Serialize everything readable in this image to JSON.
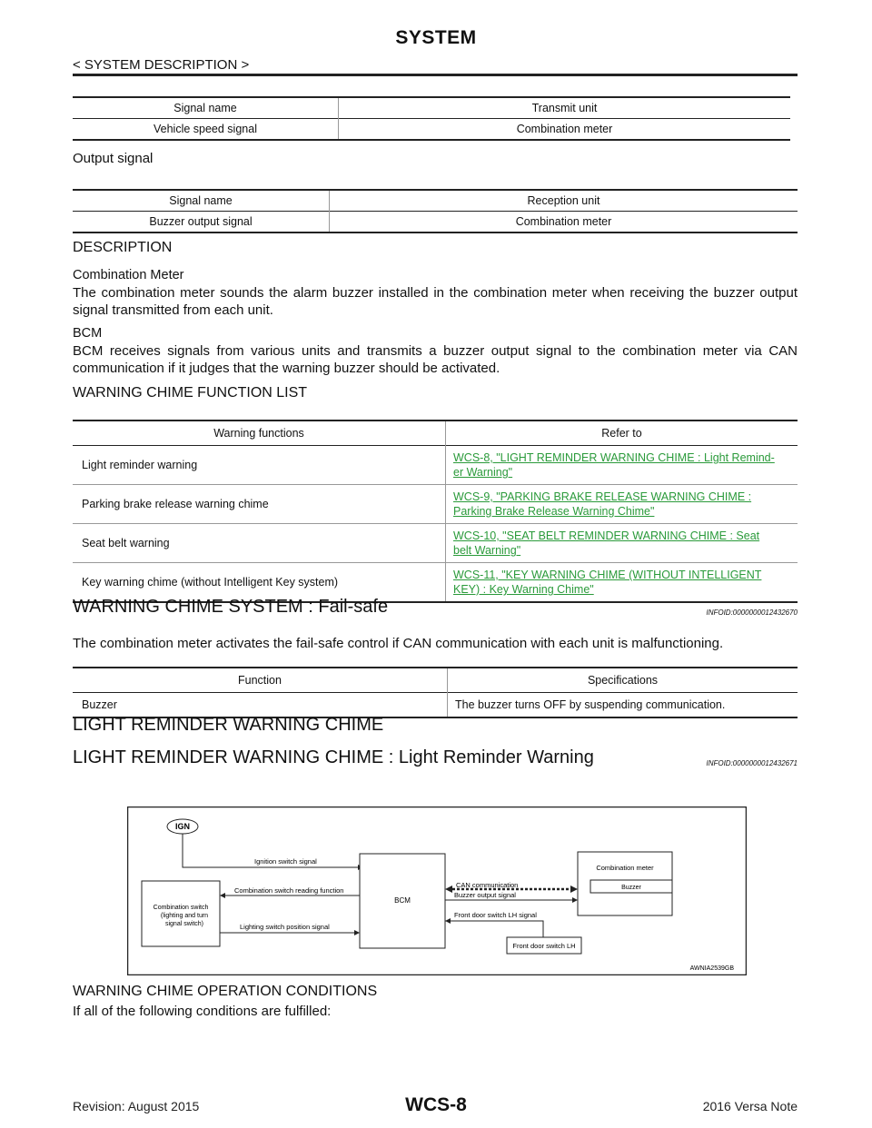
{
  "header": {
    "title": "SYSTEM",
    "section": "< SYSTEM DESCRIPTION >"
  },
  "input_table": {
    "headers": [
      "Signal name",
      "Transmit unit"
    ],
    "rows": [
      [
        "Vehicle speed signal",
        "Combination meter"
      ]
    ]
  },
  "output_label": "Output signal",
  "output_table": {
    "headers": [
      "Signal name",
      "Reception unit"
    ],
    "rows": [
      [
        "Buzzer output signal",
        "Combination meter"
      ]
    ]
  },
  "description": {
    "heading": "DESCRIPTION",
    "meter_label": "Combination Meter",
    "meter_text": "The combination meter sounds the alarm buzzer installed in the combination meter when receiving the buzzer output signal transmitted from each unit.",
    "bcm_label": "BCM",
    "bcm_text": "BCM receives signals from various units and transmits a buzzer output signal to the combination meter via CAN communication if it judges that the warning buzzer should be activated."
  },
  "function_list": {
    "heading": "WARNING CHIME FUNCTION LIST",
    "headers": [
      "Warning functions",
      "Refer to"
    ],
    "rows": [
      {
        "function": "Light reminder warning",
        "ref_line1": "WCS-8, \"LIGHT REMINDER WARNING CHIME : Light Remind-",
        "ref_line2": "er Warning\""
      },
      {
        "function": "Parking brake release warning chime",
        "ref_line1": "WCS-9, \"PARKING BRAKE RELEASE WARNING CHIME :",
        "ref_line2": "Parking Brake Release Warning Chime\""
      },
      {
        "function": "Seat belt warning",
        "ref_line1": "WCS-10, \"SEAT BELT REMINDER WARNING CHIME : Seat",
        "ref_line2": "belt Warning\""
      },
      {
        "function": "Key warning chime (without Intelligent Key system)",
        "ref_line1": "WCS-11, \"KEY WARNING CHIME (WITHOUT INTELLIGENT",
        "ref_line2": "KEY) : Key Warning Chime\""
      }
    ]
  },
  "failsafe": {
    "heading": "WARNING CHIME SYSTEM : Fail-safe",
    "infoid": "INFOID:0000000012432670",
    "text": "The combination meter activates the fail-safe control if CAN communication with each unit is malfunctioning.",
    "headers": [
      "Function",
      "Specifications"
    ],
    "rows": [
      [
        "Buzzer",
        "The buzzer turns OFF by suspending communication."
      ]
    ]
  },
  "light_reminder": {
    "heading": "LIGHT REMINDER WARNING CHIME",
    "subheading": "LIGHT REMINDER WARNING CHIME : Light Reminder Warning",
    "infoid": "INFOID:0000000012432671"
  },
  "diagram": {
    "ign": "IGN",
    "ignition_signal": "Ignition switch signal",
    "bcm": "BCM",
    "combo_switch_l1": "Combination switch",
    "combo_switch_l2": "(lighting and turn",
    "combo_switch_l3": "signal switch)",
    "combo_reading": "Combination switch reading function",
    "lighting_position": "Lighting switch position signal",
    "can_comm": "CAN communication",
    "buzzer_output": "Buzzer output signal",
    "front_door_signal": "Front door switch LH signal",
    "front_door_switch": "Front door switch LH",
    "combo_meter": "Combination meter",
    "buzzer": "Buzzer",
    "code": "AWNIA2539GB"
  },
  "operation": {
    "heading": "WARNING CHIME OPERATION CONDITIONS",
    "text": "If all of the following conditions are fulfilled:"
  },
  "footer": {
    "revision": "Revision: August 2015",
    "code": "WCS-8",
    "model": "2016 Versa Note"
  }
}
